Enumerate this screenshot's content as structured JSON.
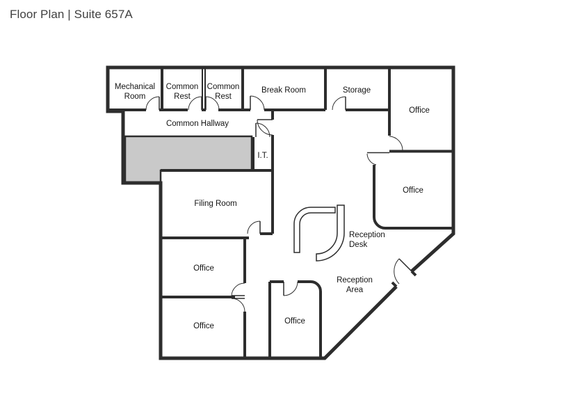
{
  "page": {
    "title": "Floor Plan | Suite 657A"
  },
  "colors": {
    "wall": "#2d2d2d",
    "shaded_fill": "#c9c9c9",
    "room_fill": "#ffffff",
    "label_text": "#141414",
    "title_text": "#404040",
    "background": "#ffffff"
  },
  "rooms": {
    "mechanical_room": [
      "Mechanical",
      "Room"
    ],
    "common_rest_1": [
      "Common",
      "Rest"
    ],
    "common_rest_2": [
      "Common",
      "Rest"
    ],
    "break_room": "Break Room",
    "storage": "Storage",
    "office_top_right": "Office",
    "common_hallway": "Common Hallway",
    "it_room": "I.T.",
    "filing_room": "Filing Room",
    "office_right": "Office",
    "office_left_upper": "Office",
    "office_left_lower": "Office",
    "office_bottom_middle": "Office",
    "reception_desk": [
      "Reception",
      "Desk"
    ],
    "reception_area": [
      "Reception",
      "Area"
    ]
  }
}
